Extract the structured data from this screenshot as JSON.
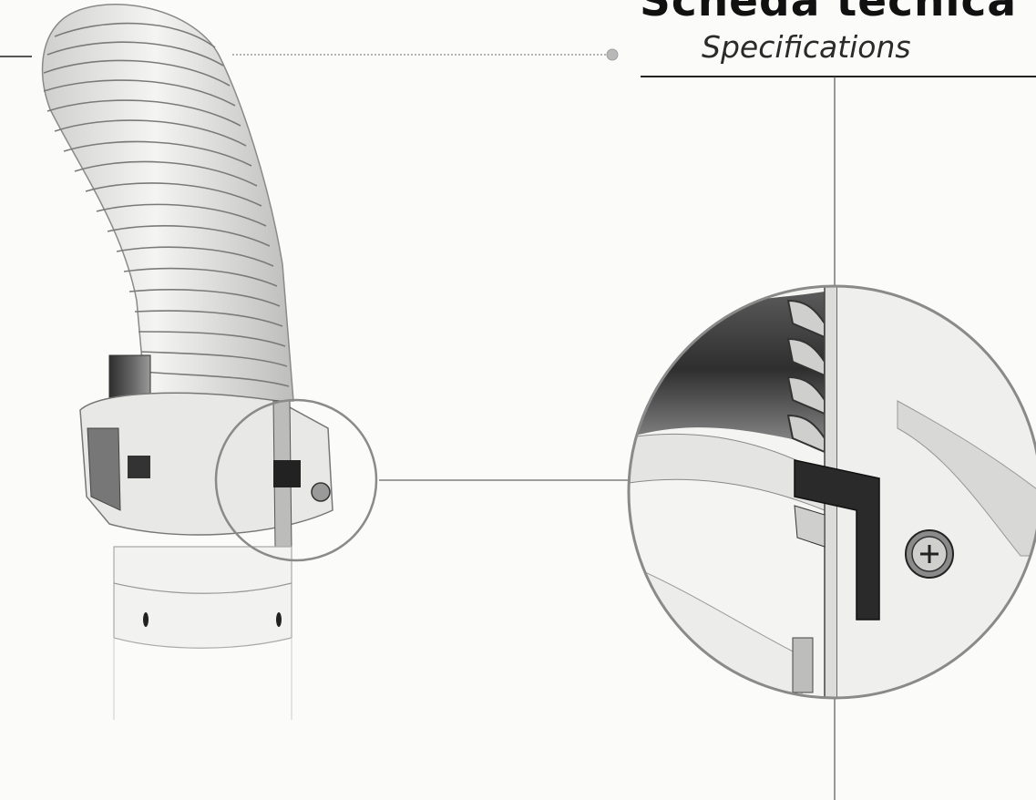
{
  "header": {
    "title": "Scheda tecnica",
    "subtitle": "Specifications"
  },
  "illustration": {
    "main_view": "corrugated-hose-coupling-cutaway",
    "detail_view": "magnified-seal-detail",
    "fastener": "screw-icon"
  },
  "colors": {
    "background": "#fbfbf9",
    "ink": "#111111",
    "dark_shade": "#3a3a3a",
    "mid_shade": "#8a8a8a",
    "light_shade": "#d8d8d6",
    "guide_line": "#9a9a9a"
  }
}
